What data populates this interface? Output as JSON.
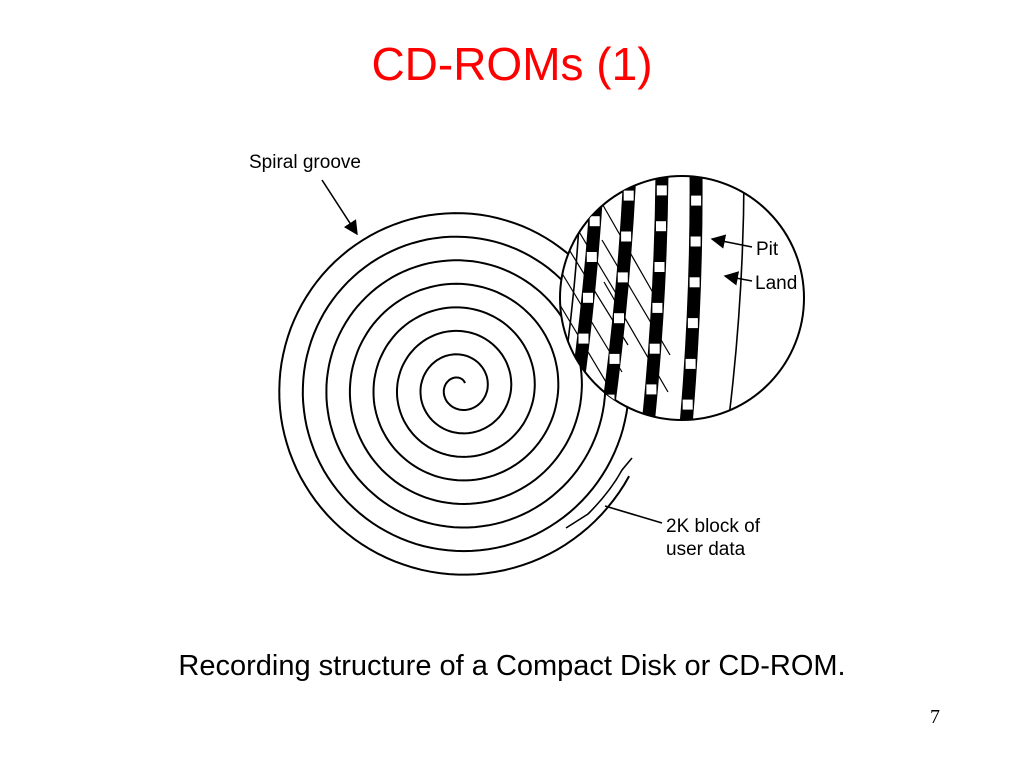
{
  "slide": {
    "title": "CD-ROMs (1)",
    "caption": "Recording structure of a Compact Disk or CD-ROM.",
    "page_number": "7",
    "title_color": "#ff0000"
  },
  "diagram": {
    "labels": {
      "spiral_groove": "Spiral groove",
      "pit": "Pit",
      "land": "Land",
      "block_line1": "2K block of",
      "block_line2": "user data"
    }
  }
}
